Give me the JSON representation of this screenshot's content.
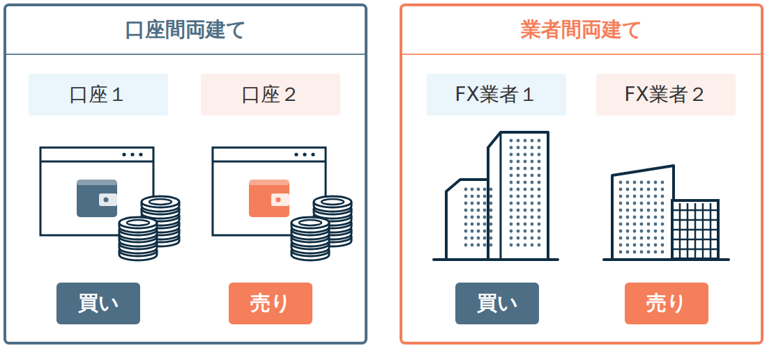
{
  "diagram": {
    "nodes": [
      {
        "text": [
          "口座間両建て"
        ]
      },
      {
        "text": [
          "口座１"
        ],
        "in": 0
      },
      {
        "text": [
          "口座２"
        ],
        "in": 0
      },
      {
        "text": [
          "買い"
        ],
        "in": 0
      },
      {
        "text": [
          "売り"
        ],
        "in": 0
      },
      {
        "text": [
          "業者間両建て"
        ]
      },
      {
        "text": [
          "FX業者１"
        ],
        "in": 5
      },
      {
        "text": [
          "FX業者２"
        ],
        "in": 5
      },
      {
        "text": [
          "買い"
        ],
        "in": 5
      },
      {
        "text": [
          "売り"
        ],
        "in": 5
      }
    ]
  }
}
